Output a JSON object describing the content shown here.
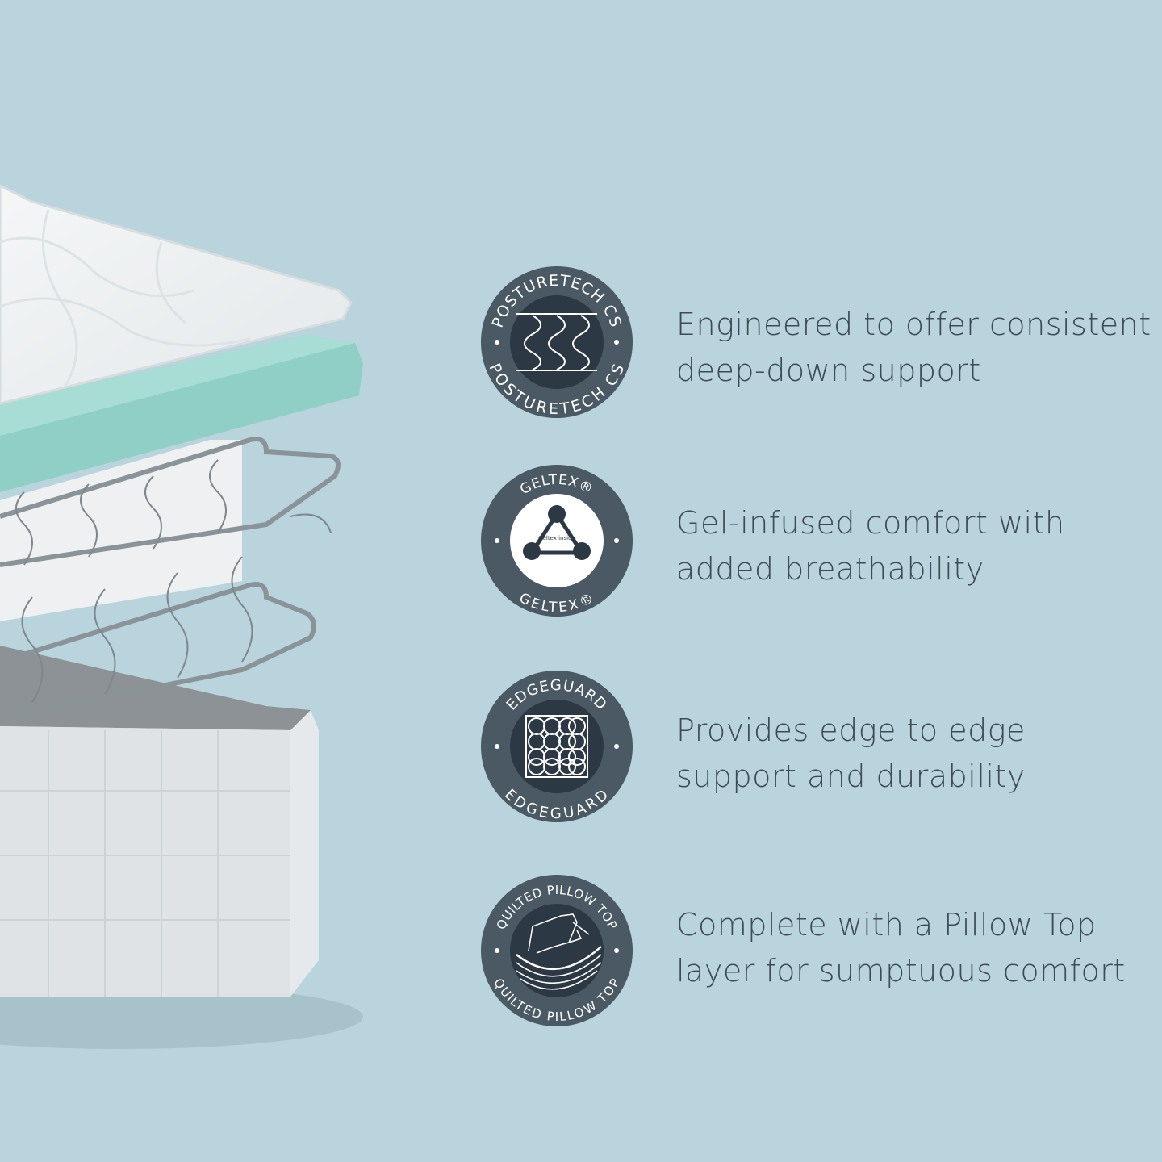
{
  "colors": {
    "background": "#b9d4dc",
    "badge_ring": "#4a5963",
    "badge_core": "#2c3843",
    "text": "#3e4a55",
    "foam": "#8fcfc6"
  },
  "features": [
    {
      "badge_icon": "spring-coil-icon",
      "badge_top": "POSTURETECH CS",
      "badge_bottom": "POSTURETECH CS",
      "line1": "Engineered to offer consistent",
      "line2": "deep-down support"
    },
    {
      "badge_icon": "geltex-triangle-icon",
      "badge_top": "GELTEX®",
      "badge_bottom": "GELTEX®",
      "inner_label": "Geltex inside",
      "line1": "Gel-infused comfort with",
      "line2": "added breathability"
    },
    {
      "badge_icon": "coil-grid-icon",
      "badge_top": "EDGEGUARD",
      "badge_bottom": "EDGEGUARD",
      "line1": "Provides edge to edge",
      "line2": "support and durability"
    },
    {
      "badge_icon": "pillow-top-icon",
      "badge_top": "QUILTED PILLOW TOP",
      "badge_bottom": "QUILTED PILLOW TOP",
      "line1": "Complete with a Pillow Top",
      "line2": "layer for sumptuous comfort"
    }
  ]
}
